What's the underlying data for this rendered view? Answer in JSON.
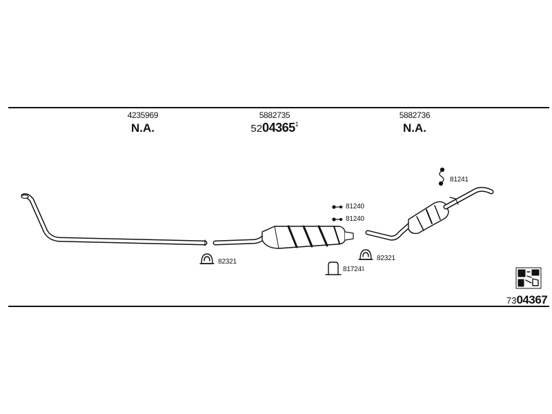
{
  "header": {
    "columns": [
      {
        "part_number": "4235969",
        "status": "N.A."
      },
      {
        "part_number": "5882735",
        "code_prefix": "52",
        "code_main": "04365",
        "code_sup": "1"
      },
      {
        "part_number": "5882736",
        "status": "N.A."
      }
    ]
  },
  "parts": {
    "clamp_left": "82321",
    "clamp_right": "82321",
    "hanger_top": "81240",
    "hanger_bottom": "81240",
    "mount_center": "81724",
    "mount_center_sup": "1",
    "hanger_rear": "81241"
  },
  "footer": {
    "code_prefix": "73",
    "code_main": "04367",
    "qr_icon": "qr-code-icon"
  }
}
